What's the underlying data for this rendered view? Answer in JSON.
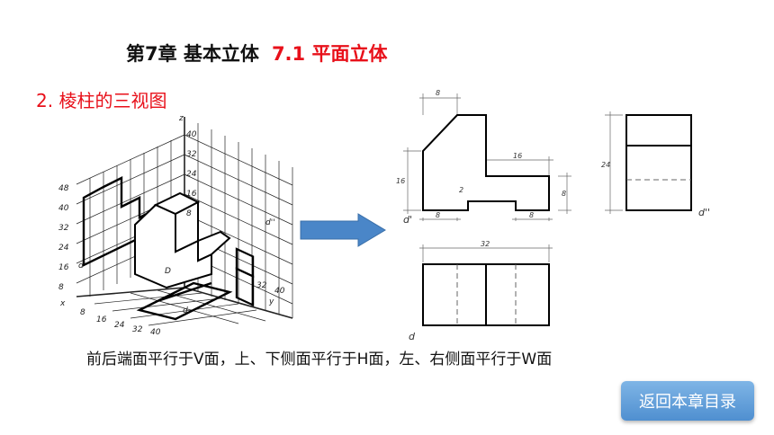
{
  "title": {
    "chapter": "第7章  基本立体",
    "section": "7.1 平面立体"
  },
  "subtitle": "2. 棱柱的三视图",
  "caption": "前后端面平行于V面，上、下侧面平行于H面，左、右侧面平行于W面",
  "back_button": "返回本章目录",
  "iso": {
    "z_label": "z",
    "x_label": "x",
    "y_label": "y",
    "z_ticks": [
      "40",
      "32",
      "24",
      "16",
      "8"
    ],
    "left_ticks": [
      "48",
      "40",
      "32",
      "24",
      "16",
      "8"
    ],
    "x_ticks": [
      "8",
      "16",
      "24",
      "32",
      "40"
    ],
    "y_ticks": [
      "32",
      "40"
    ],
    "d1_label": "d'",
    "d_label": "d",
    "d2_label": "d''",
    "d0_label": "D"
  },
  "front_view": {
    "dims": [
      "8",
      "16",
      "16",
      "2",
      "8",
      "8",
      "8"
    ],
    "label": "d'"
  },
  "side_view": {
    "dims": [
      "24"
    ],
    "label": "d''"
  },
  "top_view": {
    "dims": [
      "32"
    ],
    "label": "d"
  }
}
